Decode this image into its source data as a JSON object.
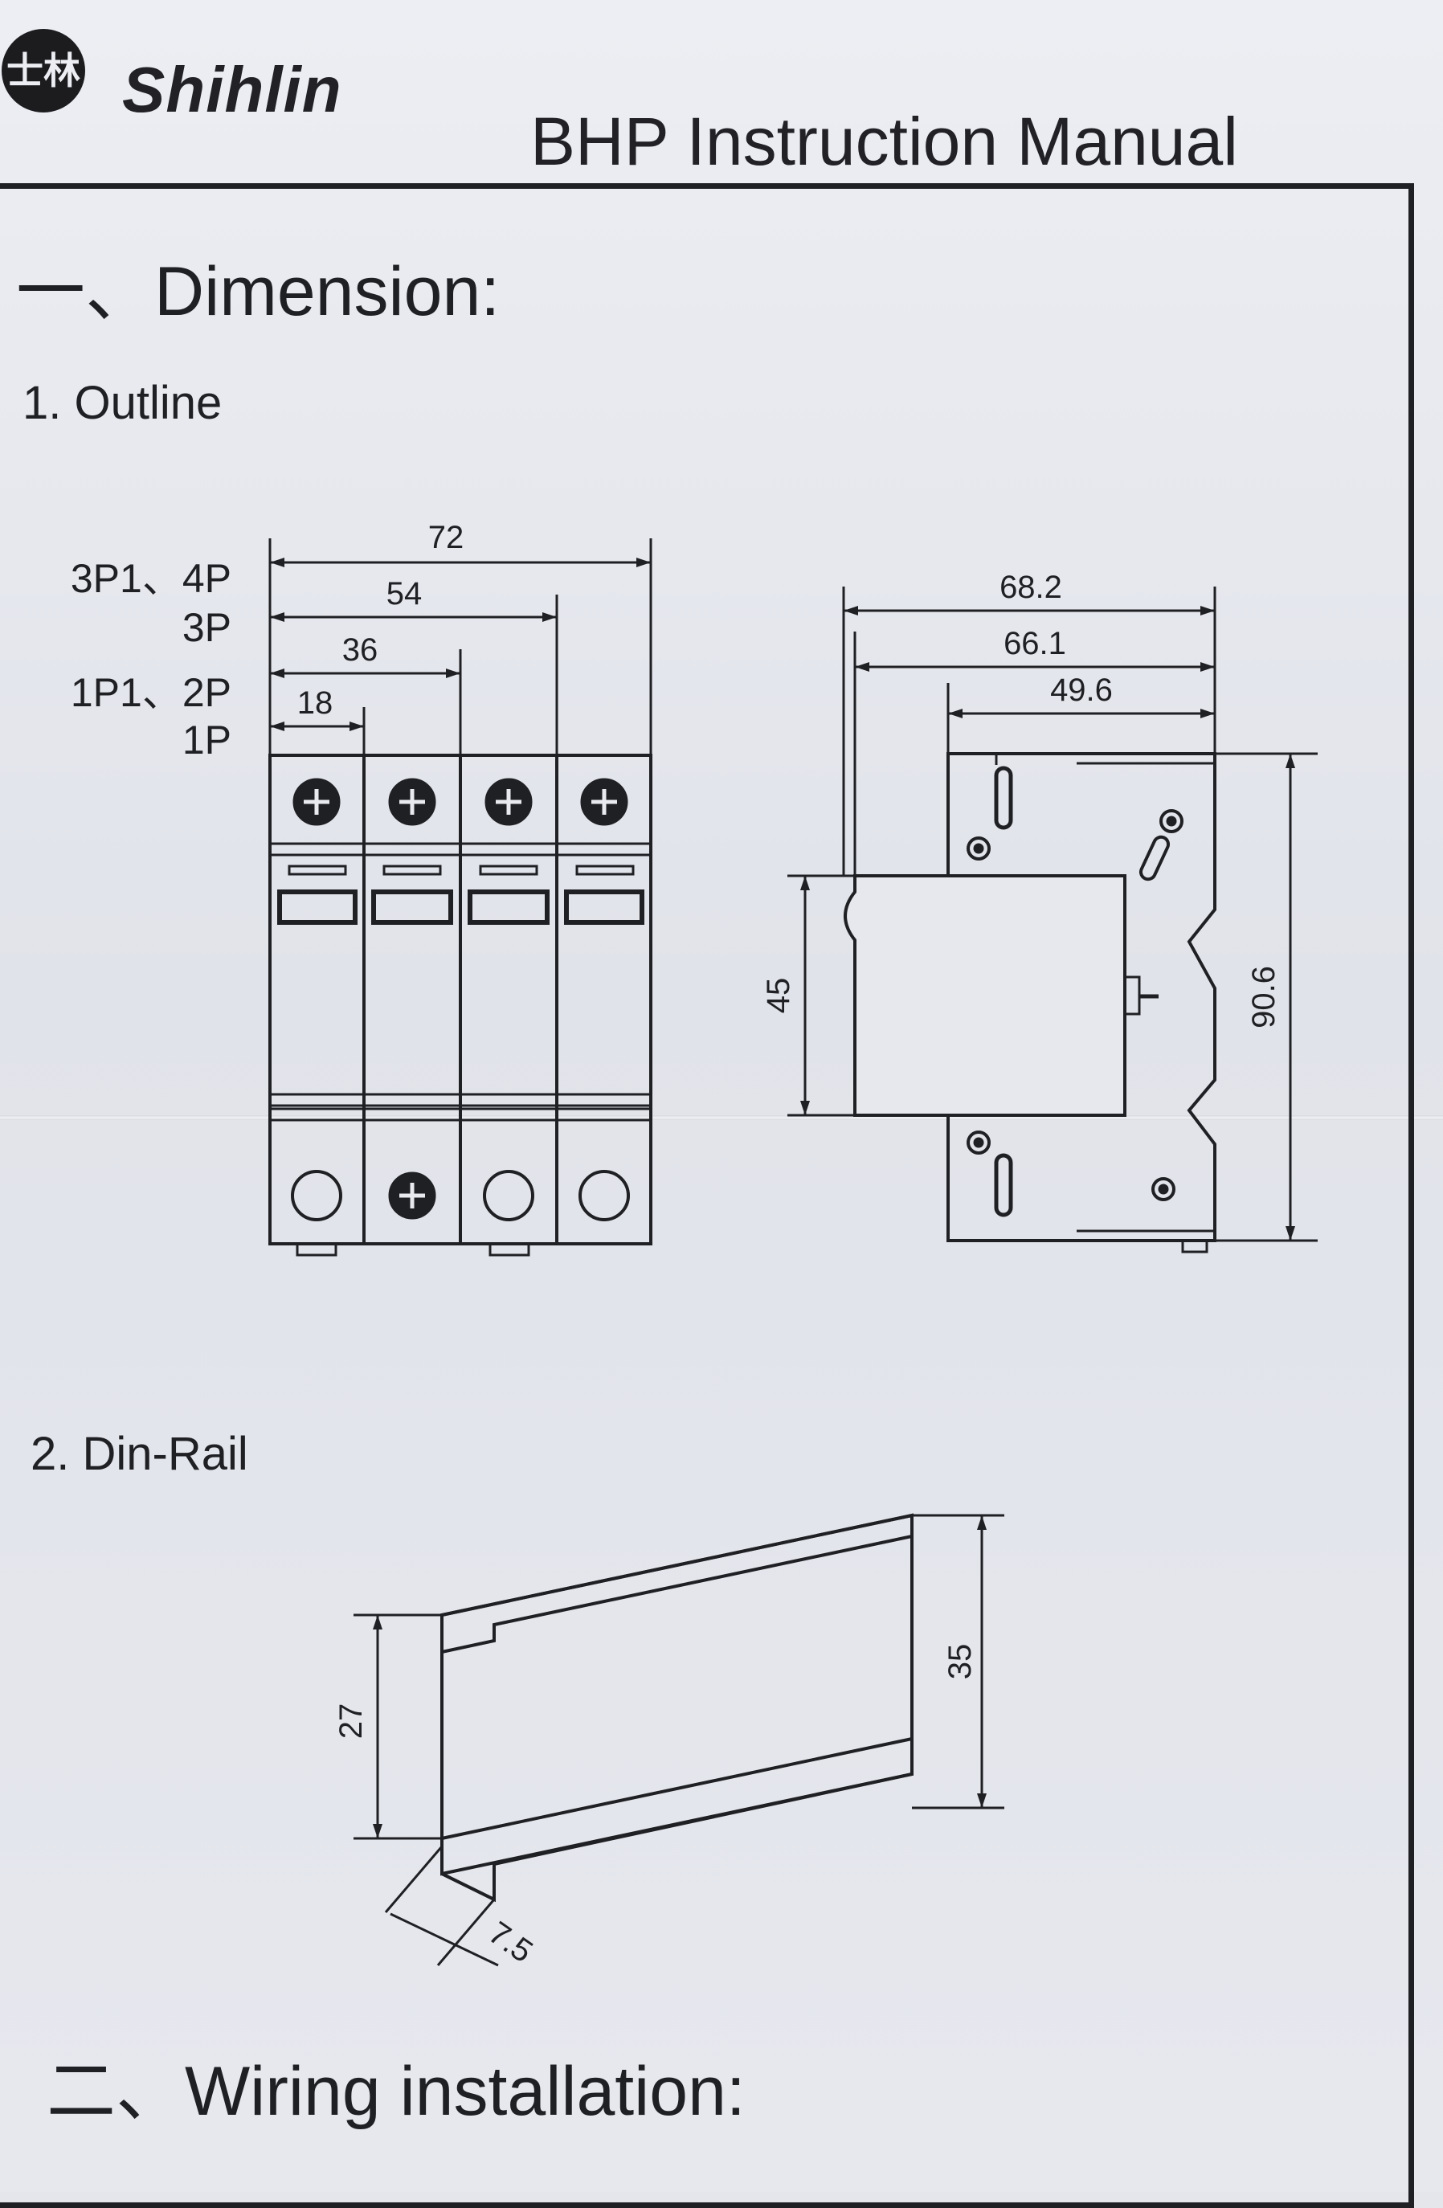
{
  "header": {
    "logo_glyph": "士林",
    "brand": "Shihlin",
    "title": "BHP Instruction Manual"
  },
  "section1": {
    "heading": "一、Dimension:",
    "outline_label": "1. Outline",
    "pole_labels": {
      "p4": "3P1、4P",
      "p3": "3P",
      "p2": "1P1、2P",
      "p1": "1P"
    },
    "front_dims": [
      "72",
      "54",
      "36",
      "18"
    ],
    "side_dims": {
      "d1": "68.2",
      "d2": "66.1",
      "d3": "49.6",
      "height": "90.6",
      "front_height": "45"
    },
    "dinrail_label": "2. Din-Rail",
    "dinrail_dims": {
      "left": "27",
      "right": "35",
      "depth": "7.5"
    }
  },
  "section2": {
    "heading": "二、Wiring installation:"
  }
}
